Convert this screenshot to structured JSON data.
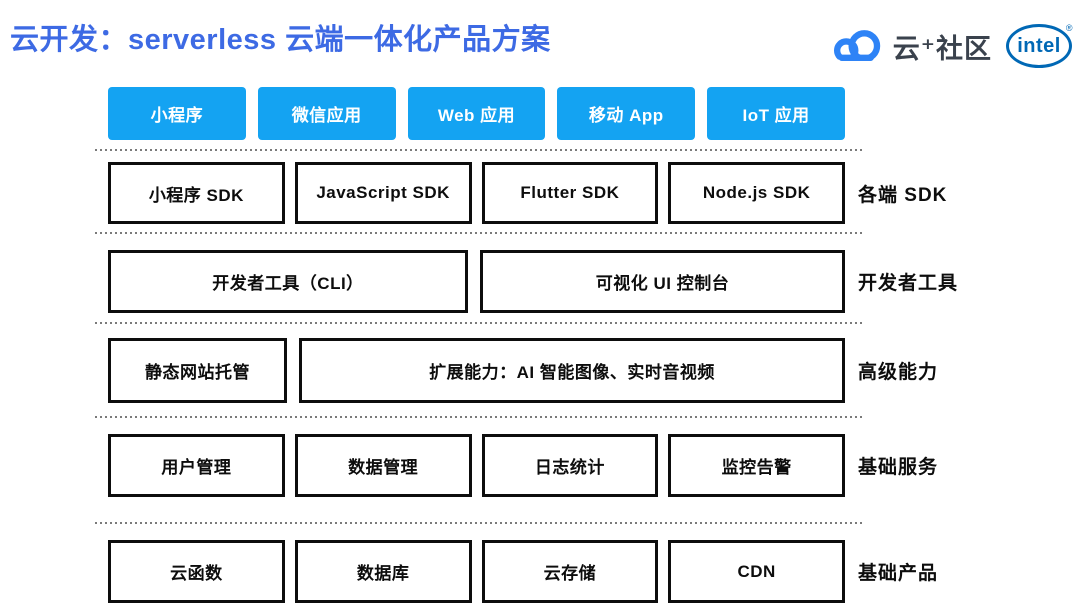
{
  "header": {
    "title": "云开发：serverless 云端一体化产品方案",
    "title_color": "#3d6ae4",
    "logos": {
      "community_label": "云⁺社区",
      "intel_label": "intel",
      "intel_registered": "®",
      "cloud_blue": "#2e83f6",
      "intel_blue": "#0068b5"
    }
  },
  "colors": {
    "app_button_blue": "#14a3f2",
    "box_border": "#0d0d0d",
    "separator_gray": "#7a7a7a"
  },
  "app_row": {
    "items": [
      "小程序",
      "微信应用",
      "Web 应用",
      "移动 App",
      "IoT 应用"
    ]
  },
  "layers": [
    {
      "label": "各端 SDK",
      "items": [
        "小程序 SDK",
        "JavaScript SDK",
        "Flutter SDK",
        "Node.js SDK"
      ]
    },
    {
      "label": "开发者工具",
      "items": [
        "开发者工具（CLI）",
        "可视化 UI 控制台"
      ]
    },
    {
      "label": "高级能力",
      "items": [
        "静态网站托管",
        "扩展能力：AI 智能图像、实时音视频"
      ]
    },
    {
      "label": "基础服务",
      "items": [
        "用户管理",
        "数据管理",
        "日志统计",
        "监控告警"
      ]
    },
    {
      "label": "基础产品",
      "items": [
        "云函数",
        "数据库",
        "云存储",
        "CDN"
      ]
    }
  ]
}
